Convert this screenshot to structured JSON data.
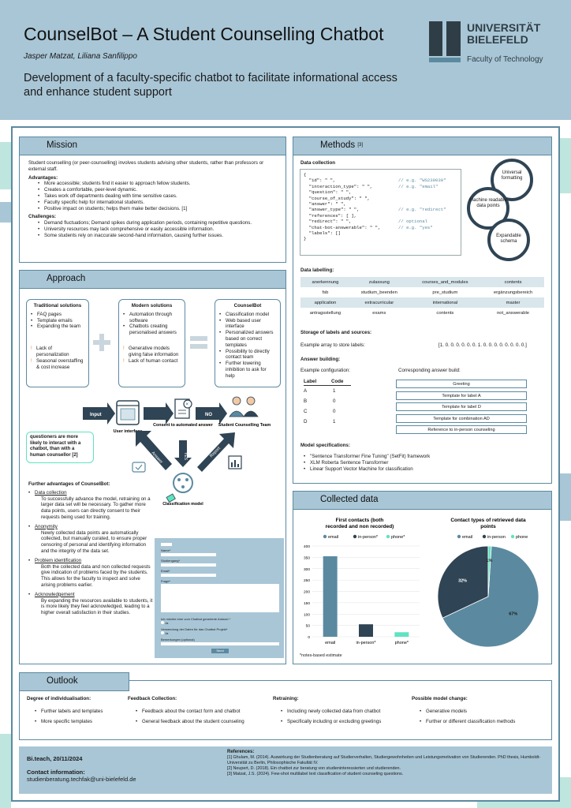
{
  "header": {
    "title": "CounselBot – A Student Counselling Chatbot",
    "authors": "Jasper Matzat, Liliana Sanfilippo",
    "subtitle": "Development of a faculty-specific chatbot to facilitate informational access and enhance student support",
    "university": "UNIVERSITÄT BIELEFELD",
    "faculty": "Faculty of Technology"
  },
  "mission": {
    "title": "Mission",
    "intro": "Student counselling (or peer-counselling) involves students advising other students, rather than professors or external staff.",
    "adv_label": "Advantages:",
    "advantages": [
      "More accessible; students find it easier to approach fellow students.",
      "Creates a comfortable, peer-level dynamic.",
      "Takes work off departments dealing with time sensitive cases.",
      "Faculty specific help for international students.",
      "Positive impact on students; helps them make better decisions. [1]"
    ],
    "chal_label": "Challenges:",
    "challenges": [
      "Demand fluctuations; Demand spikes during application periods, containing repetitive questions.",
      "University resources may lack comprehensive or easily accessible information.",
      "Some students rely on inaccurate second-hand information, causing further issues."
    ]
  },
  "approach": {
    "title": "Approach",
    "trad_title": "Traditional solutions",
    "trad_items": [
      "FAQ pages",
      "Template emails",
      "Expanding the team"
    ],
    "trad_cons": [
      "Lack of personalization",
      "Seasonal overstaffing & cost increase"
    ],
    "mod_title": "Modern solutions",
    "mod_items": [
      "Automation through software",
      "Chatbots creating personalised answers"
    ],
    "mod_cons": [
      "Generative models giving false information",
      "Lack of human contact"
    ],
    "cb_title": "CounselBot",
    "cb_items": [
      "Classification model",
      "Web based user interface",
      "Personalized answers based on correct templates",
      "Possibility to directly contact team",
      "Further lowering inhibition to ask for help"
    ],
    "flow": {
      "input": "Input",
      "user_interface": "User interface",
      "consent": "Consent to automated answer",
      "no": "NO",
      "team": "Student Counselling Team",
      "answer": "Answer",
      "yes": "YES",
      "report": "Report",
      "model": "Classification model"
    },
    "note": "questioners are more likely to interact with a chatbot, than with a human counsellor [2]",
    "further_title": "Further advantages of CounselBot:",
    "further": [
      {
        "head": "Data collection",
        "text": "To successfully advance the model, retraining on a larger data set will be necessary. To gather more data points, users can directly consent to their requests being used for training."
      },
      {
        "head": "Anonymity",
        "text": "Newly collected data points are automatically collected, but manually curated, to ensure proper censoring of personal and identifying information and the integrity of the data set."
      },
      {
        "head": "Problem identification",
        "text": "Both the collected data and non collected requests give indication of problems faced by the students. This allows for the faculty to inspect and solve arising problems earlier."
      },
      {
        "head": "Acknowledgement",
        "text": "By expanding the resources available to students, it is more likely they feel acknowledged, leading to a higher overall satisfaction in their studies."
      }
    ],
    "form": {
      "name": "Name*",
      "studiengang": "Studiengang*",
      "email": "Email*",
      "frage": "Frage*",
      "consent_q": "Ich möchte eine vom Chatbot generierte Antwort *",
      "yes": "Ja",
      "train_q": "Verwendung der Daten für das Chatbot Projekt*",
      "yes2": "Ja",
      "notes": "Bemerkungen (optional)",
      "submit": "Send"
    }
  },
  "methods": {
    "title": "Methods",
    "ref": "[3]",
    "dc_title": "Data collection",
    "code_lines": [
      {
        "t": "{",
        "c": ""
      },
      {
        "t": "  \"id\": \" \",",
        "c": "// e.g. \"WS230030\""
      },
      {
        "t": "  \"interaction_type\": \" \",",
        "c": "// e.g. \"email\""
      },
      {
        "t": "  \"question\": \" \",",
        "c": ""
      },
      {
        "t": "  \"course_of_study\": \" \",",
        "c": ""
      },
      {
        "t": "  \"answer\": \" \",",
        "c": ""
      },
      {
        "t": "  \"answer_type\": \" \",",
        "c": "// e.g. \"redirect\""
      },
      {
        "t": "  \"references\": [ ],",
        "c": ""
      },
      {
        "t": "  \"redirect\": \" \",",
        "c": "// optional"
      },
      {
        "t": "  \"chat-bot-answerable\": \" \",",
        "c": "// e.g. \"yes\""
      },
      {
        "t": "  \"labels\": []",
        "c": ""
      },
      {
        "t": "}",
        "c": ""
      }
    ],
    "circles": [
      "Universal formatting",
      "Machine readable data points",
      "Expandable schema"
    ],
    "dl_title": "Data labelling:",
    "labels": [
      [
        "anerkennung",
        "zulassung",
        "courses_and_modules",
        "contents"
      ],
      [
        "fsb",
        "studium_beenden",
        "pre_studium",
        "ergänzungsbereich"
      ],
      [
        "application",
        "extracurricular",
        "international",
        "master"
      ],
      [
        "antragsstellung",
        "exams",
        "contents",
        "not_answerable"
      ]
    ],
    "storage_title": "Storage of labels and sources:",
    "storage_text": "Example array to store labels:",
    "storage_array": "[1. 0. 0. 0. 0. 0. 0. 1. 0. 0. 0. 0. 0. 0. 0. 0.]",
    "ab_title": "Answer building:",
    "ex_config": "Example configuration:",
    "corr_build": "Corresponding answer build:",
    "label_col": "Label",
    "code_col": "Code",
    "config": [
      [
        "A",
        "1"
      ],
      [
        "B",
        "0"
      ],
      [
        "C",
        "0"
      ],
      [
        "D",
        "1"
      ]
    ],
    "build": [
      "Greeting",
      "Template for label A",
      "Template for label D",
      "Template for combination AD",
      "Reference to in-person counseling"
    ],
    "spec_title": "Model specifications:",
    "specs": [
      "\"Sentence Transformer Fine Tuning\" (SetFit) framework",
      "XLM Roberta Sentence Transformer",
      "Linear Support Vector Machine for classification"
    ]
  },
  "collected": {
    "title": "Collected data",
    "note": "*notes-based estimate"
  },
  "chart_data": [
    {
      "type": "bar",
      "title": "First contacts (both recorded and non recorded)",
      "categories": [
        "email",
        "in-person*",
        "phone*"
      ],
      "values": [
        355,
        55,
        20
      ],
      "ylim": [
        0,
        400
      ],
      "yticks": [
        0,
        50,
        100,
        150,
        200,
        250,
        300,
        350,
        400
      ],
      "legend": [
        "email",
        "in-person*",
        "phone*"
      ],
      "colors": [
        "#5b8aa0",
        "#2f4454",
        "#5fe3c0"
      ]
    },
    {
      "type": "pie",
      "title": "Contact types of retrieved data points",
      "labels": [
        "email",
        "in-person",
        "phone"
      ],
      "values": [
        67,
        32,
        1
      ],
      "value_labels": [
        "67%",
        "32%",
        "1%"
      ],
      "colors": [
        "#5b8aa0",
        "#2f4454",
        "#5fe3c0"
      ]
    }
  ],
  "outlook": {
    "title": "Outlook",
    "cols": [
      {
        "head": "Degree of individualisation:",
        "items": [
          "Further labels and templates",
          "More specific templates"
        ]
      },
      {
        "head": "Feedback Collection:",
        "items": [
          "Feedback about the contact form and chatbot",
          "General feedback about the student counseling"
        ]
      },
      {
        "head": "Retraining:",
        "items": [
          "Including newly collected data from chatbot",
          "Specifically including or excluding greetings"
        ]
      },
      {
        "head": "Possible model change:",
        "items": [
          "Generative models",
          "Further or different classification methods"
        ]
      }
    ]
  },
  "footer": {
    "event": "Bi.teach, 20/11/2024",
    "contact_label": "Contact information:",
    "contact": "studienberatung.techfak@uni-bielefeld.de",
    "ref_title": "References:",
    "refs": [
      "[1] Ghulam, M. (2014). Auswirkung der Studienberatung auf Studierverhalten, Studiergewohnheiten und Leistungsmotivation von Studierenden. PhD thesis, Humboldt-Universität zu Berlin, Philosophische Fakultät IV.",
      "[2] Neupert, D. (2018). Ein chatbot zur beratung von studieninteressierten und studierenden.",
      "[3] Matzat, J.S. (2024). Few-shot multilabel text classification of student counseling questions."
    ]
  }
}
